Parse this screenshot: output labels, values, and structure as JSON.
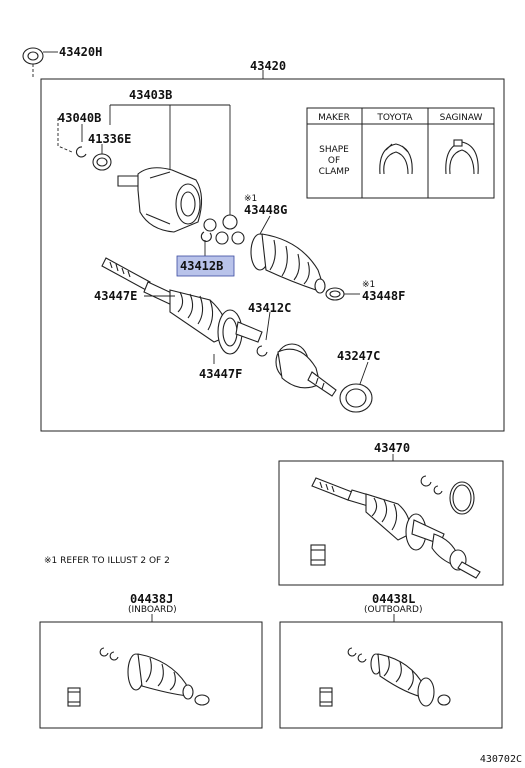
{
  "labels": {
    "p43420H": "43420H",
    "p43420": "43420",
    "p43403B": "43403B",
    "p43040B": "43040B",
    "p41336E": "41336E",
    "p43412B": "43412B",
    "p43447E": "43447E",
    "p43447F": "43447F",
    "p43412C": "43412C",
    "p43448G": "43448G",
    "p43448F": "43448F",
    "p43247C": "43247C",
    "p43470": "43470",
    "p04438J": "04438J",
    "p04438L": "04438L"
  },
  "markers": {
    "p43448G": "※1",
    "p43448F": "※1"
  },
  "sublabels": {
    "inboard": "(INBOARD)",
    "outboard": "(OUTBOARD)"
  },
  "clamp_table": {
    "headers": [
      "MAKER",
      "TOYOTA",
      "SAGINAW"
    ],
    "row_label_lines": [
      "SHAPE",
      "OF",
      "CLAMP"
    ]
  },
  "note": "※1  REFER TO ILLUST 2 OF 2",
  "illustration_code": "430702C",
  "colors": {
    "highlight": "#b9c3ea",
    "line": "#222222"
  }
}
